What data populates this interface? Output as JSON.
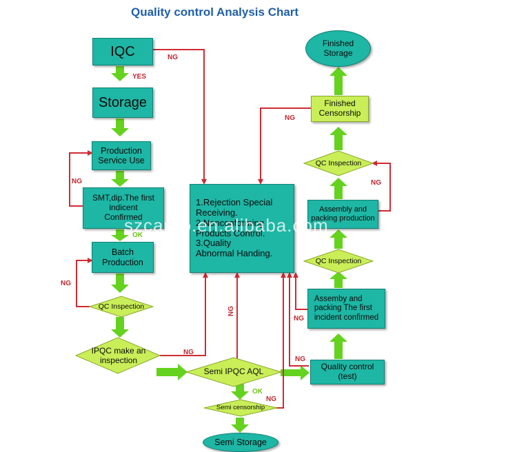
{
  "title": "Quality control Analysis Chart",
  "watermark": "szcarpo.en.alibaba.com",
  "colors": {
    "teal": "#1eb6a4",
    "lime": "#c9ee58",
    "green_arrow": "#64d21e",
    "red_line": "#cf2a32",
    "title": "#1f5fa8"
  },
  "nodes": {
    "iqc": "IQC",
    "storage": "Storage",
    "production_service": "Production\nService Use",
    "smt_dip": "SMT,dip.The first\nindicent\nConfirmed",
    "batch_production": "Batch\nProduction",
    "qc_inspection_left": "QC Inspection",
    "ipqc": "IPQC make an\ninspection",
    "semi_ipqc_aql": "Semi IPQC AQL",
    "semi_censorship": "Semi censorship",
    "semi_storage": "Semi Storage",
    "rejection_box": "1.Rejection Special\n   Receiving.\n2.Nonconforming\n   Products Control.\n3.Quality\n   Abnormal Handing.",
    "finished_storage": "Finished\nStorage",
    "finished_censorship": "Finished\nCensorship",
    "qc_inspection_top": "QC Inspection",
    "assembly_packing": "Assembly and\npacking production",
    "qc_inspection_mid": "QC Inspection",
    "assemby_first": "Assemby and\npacking The first\nincident confirmed",
    "quality_control_test": "Quality control\n(test)"
  },
  "labels": {
    "yes": "YES",
    "ng": "NG",
    "ok": "OK"
  }
}
